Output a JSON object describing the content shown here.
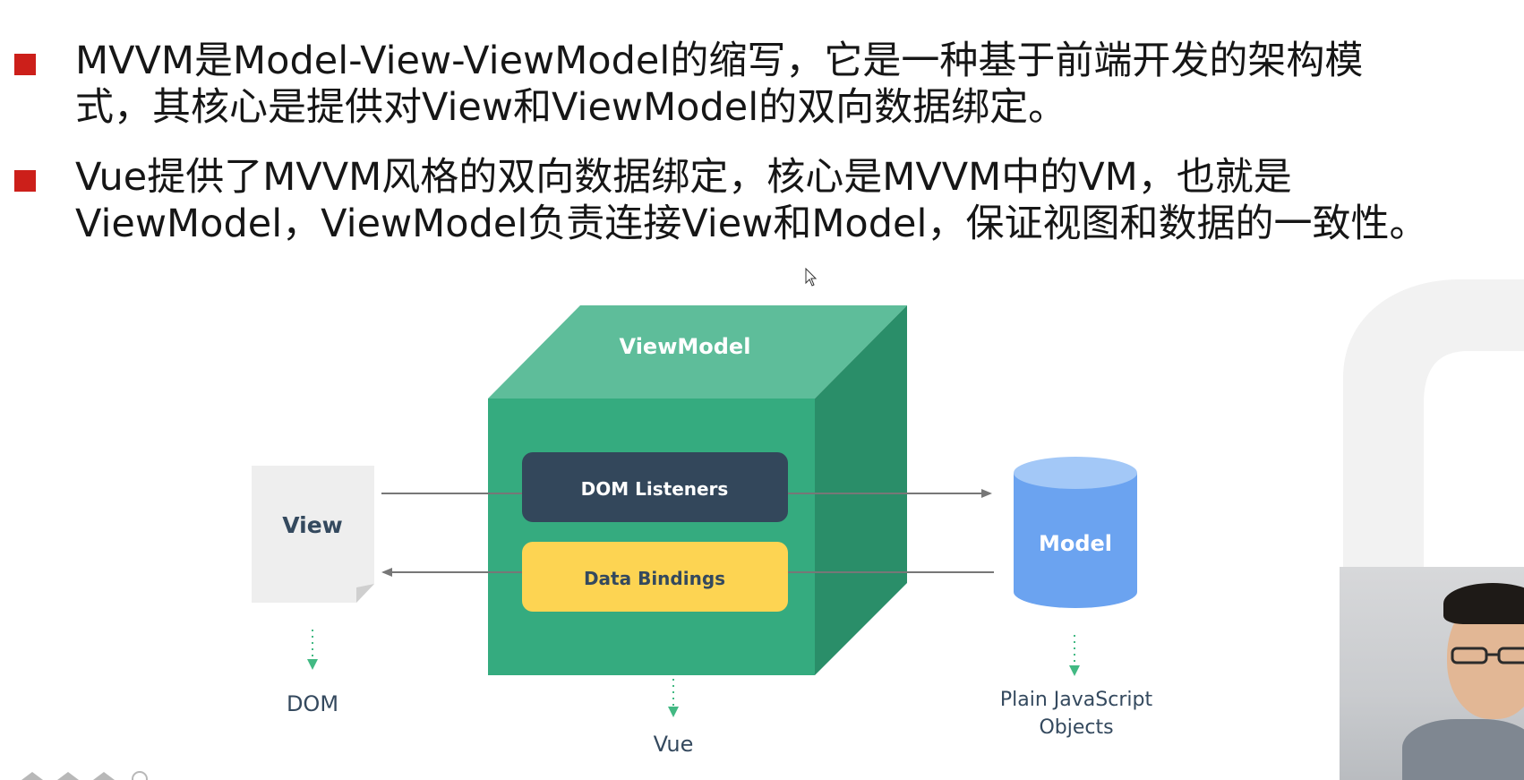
{
  "bullets": [
    {
      "line1": "MVVM是Model-View-ViewModel的缩写，它是一种基于前端开发的架构模",
      "line2": "式，其核心是提供对View和ViewModel的双向数据绑定。"
    },
    {
      "line1": "Vue提供了MVVM风格的双向数据绑定，核心是MVVM中的VM，也就是",
      "line2": "ViewModel，ViewModel负责连接View和Model，保证视图和数据的一致性。"
    }
  ],
  "diagram": {
    "view_label": "View",
    "dom_label": "DOM",
    "viewmodel_label": "ViewModel",
    "dom_listeners_label": "DOM Listeners",
    "data_bindings_label": "Data Bindings",
    "vue_label": "Vue",
    "model_label": "Model",
    "model_caption_line1": "Plain JavaScript",
    "model_caption_line2": "Objects"
  },
  "colors": {
    "bullet_marker": "#cc1f1a",
    "cube_front": "#35ab7f",
    "cube_top": "#5ebd9a",
    "cube_side": "#2a8e69",
    "dom_listeners_bar": "#33475b",
    "data_bindings_bar": "#fdd452",
    "model_cylinder": "#6ba3f0",
    "model_cylinder_top": "#a3c8f7",
    "arrow": "#777777",
    "dotted_arrow": "#42b983"
  },
  "icons": {
    "cursor": "mouse-pointer-icon",
    "watermark": "logo-watermark-icon"
  }
}
